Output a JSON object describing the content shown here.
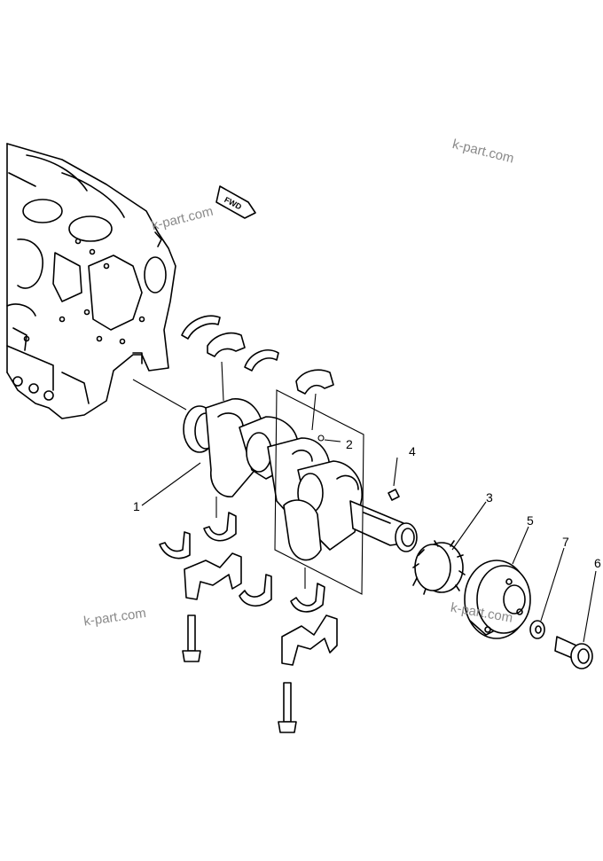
{
  "callouts": [
    {
      "id": "1",
      "text": "1"
    },
    {
      "id": "2",
      "text": "2"
    },
    {
      "id": "3",
      "text": "3"
    },
    {
      "id": "4",
      "text": "4"
    },
    {
      "id": "5",
      "text": "5"
    },
    {
      "id": "6",
      "text": "6"
    },
    {
      "id": "7",
      "text": "7"
    }
  ],
  "direction_label": "FWD",
  "watermarks": [
    "k-part.com",
    "k-part.com",
    "k-part.com",
    "k-part.com"
  ]
}
